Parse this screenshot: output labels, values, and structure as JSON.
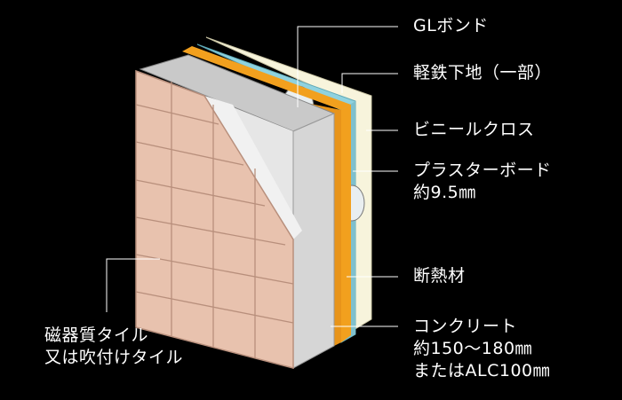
{
  "labels": {
    "gl_bond": "GLボンド",
    "steel_frame": "軽鉄下地（一部）",
    "vinyl_cloth": "ビニールクロス",
    "plasterboard": {
      "line1": "プラスターボード",
      "line2": "約9.5㎜"
    },
    "insulation": "断熱材",
    "concrete": {
      "line1": "コンクリート",
      "line2": "約150〜180㎜",
      "line3": "またはALC100㎜"
    },
    "tile": {
      "line1": "磁器質タイル",
      "line2": "又は吹付けタイル"
    }
  },
  "colors": {
    "background": "#000000",
    "tile": "#e8c2ae",
    "tile_grout": "#b88f7c",
    "concrete": "#d6d6d6",
    "insulation": "#f2a01e",
    "plasterboard": "#8fd2df",
    "vinyl_cloth": "#f7f4dc",
    "leader_line": "#ffffff"
  }
}
